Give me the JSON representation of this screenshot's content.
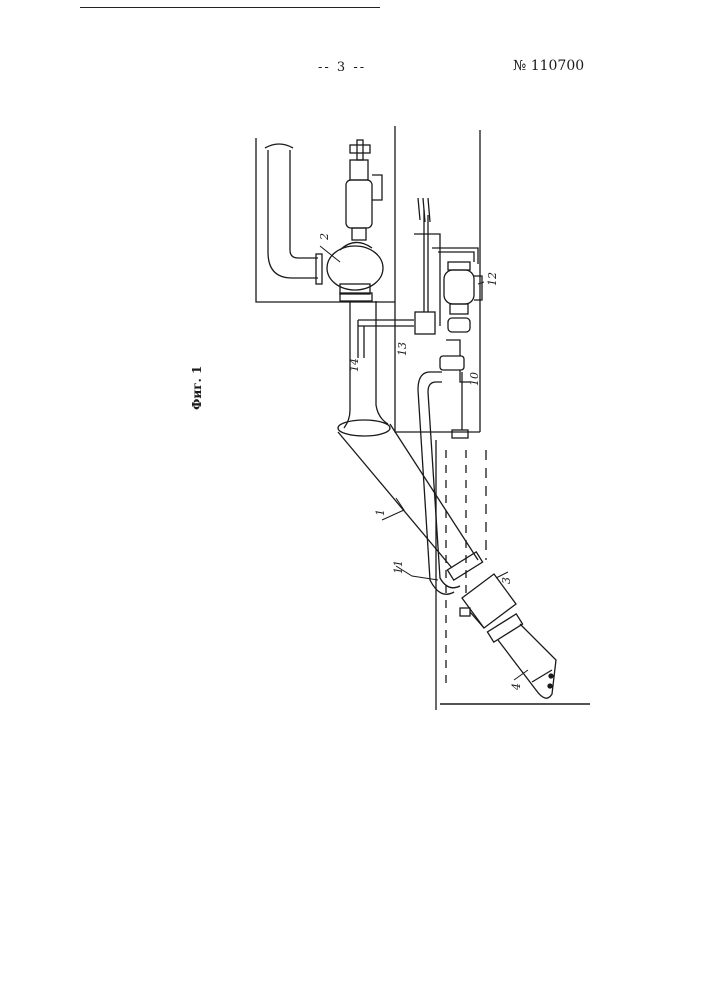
{
  "header": {
    "page_number": "-- 3 --",
    "patent_number": "№ 110700"
  },
  "figure": {
    "caption": "Фиг. 1",
    "labels": [
      "1",
      "2",
      "3",
      "4",
      "10",
      "11",
      "12",
      "13",
      "14"
    ]
  }
}
